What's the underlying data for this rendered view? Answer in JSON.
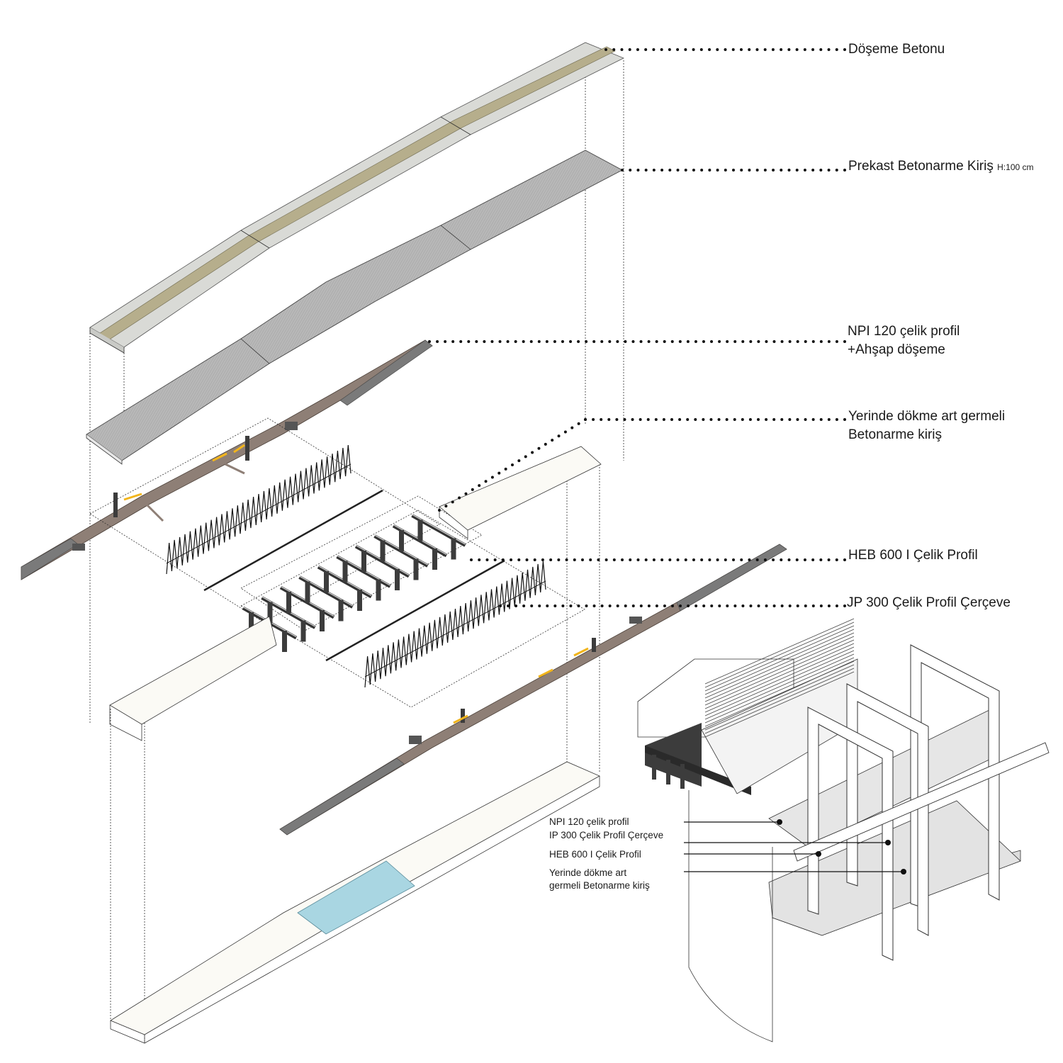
{
  "title": "Exploded axonometric – bridge deck layers",
  "colors": {
    "slab_concrete": "#d9dad6",
    "slab_strip": "#b6ae8c",
    "precast_beam": "#b3b3b3",
    "deck_plank": "#7a7a7a",
    "walkway_brown": "#8e7f76",
    "accent_yellow": "#f2b51c",
    "steel_dark": "#3c3c3c",
    "water_blue": "#a9d6e2",
    "box_fill": "#fbfaf5"
  },
  "layer_labels": [
    {
      "id": "doseme-betonu",
      "text": "Döşeme Betonu",
      "suffix": ""
    },
    {
      "id": "prekast-kiris",
      "text": "Prekast Betonarme Kiriş",
      "suffix": "H:100 cm"
    },
    {
      "id": "npi-120",
      "text": "NPI 120 çelik profil",
      "line2": "+Ahşap döşeme"
    },
    {
      "id": "yerinde-dokme",
      "text": "Yerinde dökme art germeli",
      "line2": "Betonarme kiriş"
    },
    {
      "id": "heb-600",
      "text": "HEB 600 I Çelik Profil"
    },
    {
      "id": "ip-300",
      "text": "JP 300 Çelik Profil Çerçeve"
    }
  ],
  "detail_labels": [
    {
      "id": "detail-npi-120",
      "text": "NPI 120 çelik profil"
    },
    {
      "id": "detail-ip-300",
      "text": "IP 300 Çelik Profil Çerçeve"
    },
    {
      "id": "detail-heb-600",
      "text": "HEB 600 I Çelik Profil"
    },
    {
      "id": "detail-yerinde-1",
      "text": "Yerinde dökme art"
    },
    {
      "id": "detail-yerinde-2",
      "text": "germeli Betonarme kiriş"
    }
  ]
}
